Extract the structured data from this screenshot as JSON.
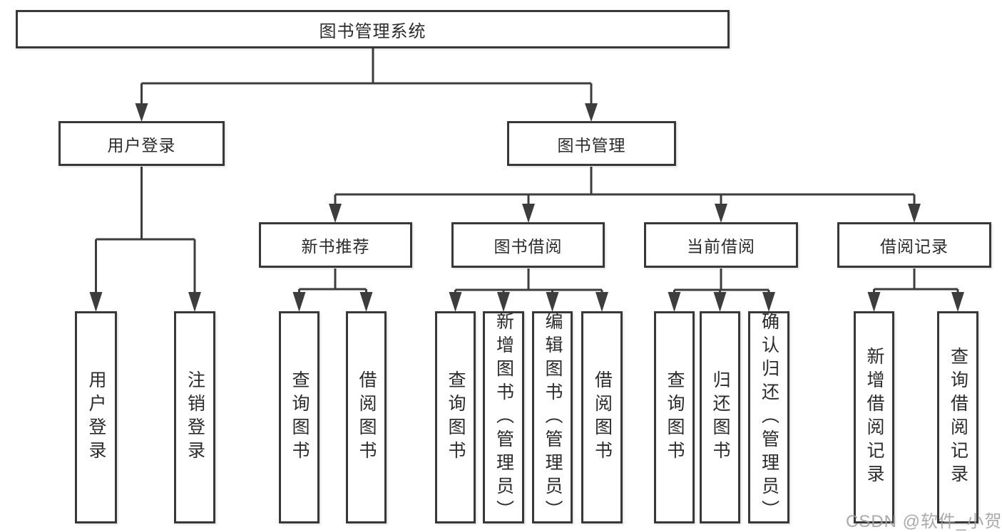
{
  "diagram": {
    "type": "function-structure-tree",
    "colors": {
      "line": "#3d3d3d",
      "box_border": "#383838",
      "text": "#2b2b2b",
      "watermark": "#9e9e9e",
      "background": "#ffffff"
    }
  },
  "tree": {
    "root": {
      "label": "图书管理系统",
      "children": [
        {
          "label": "用户登录",
          "children": [
            {
              "label": "用户登录"
            },
            {
              "label": "注销登录"
            }
          ]
        },
        {
          "label": "图书管理",
          "children": [
            {
              "label": "新书推荐",
              "children": [
                {
                  "label": "查询图书"
                },
                {
                  "label": "借阅图书"
                }
              ]
            },
            {
              "label": "图书借阅",
              "children": [
                {
                  "label": "查询图书"
                },
                {
                  "label": "新增图书（管理员）"
                },
                {
                  "label": "编辑图书（管理员）"
                },
                {
                  "label": "借阅图书"
                }
              ]
            },
            {
              "label": "当前借阅",
              "children": [
                {
                  "label": "查询图书"
                },
                {
                  "label": "归还图书"
                },
                {
                  "label": "确认归还（管理员）"
                }
              ]
            },
            {
              "label": "借阅记录",
              "children": [
                {
                  "label": "新增借阅记录"
                },
                {
                  "label": "查询借阅记录"
                }
              ]
            }
          ]
        }
      ]
    }
  },
  "watermark": {
    "text": "CSDN @软件_小贺同学"
  }
}
